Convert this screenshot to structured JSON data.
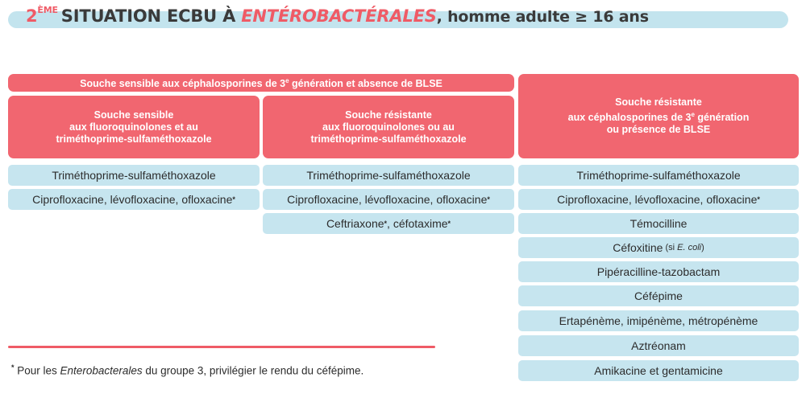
{
  "title": {
    "ordinal": "2",
    "ordinal_sup": "ÈME",
    "situation": "SITUATION ECBU À ",
    "highlight": "ENTÉROBACTÉRALES",
    "rest": ", homme adulte ≥ 16 ans"
  },
  "headers": {
    "top_span": {
      "text_a": "Souche sensible aux céphalosporines de 3",
      "sup": "e",
      "text_b": " génération et absence de BLSE"
    },
    "col1": [
      "Souche sensible",
      "aux fluoroquinolones et au",
      "triméthoprime-sulfaméthoxazole"
    ],
    "col2": [
      "Souche résistante",
      "aux fluoroquinolones ou au",
      "triméthoprime-sulfaméthoxazole"
    ],
    "col3": {
      "line1": "Souche résistante",
      "line2_a": "aux céphalosporines de 3",
      "line2_sup": "e",
      "line2_b": " génération",
      "line3": "ou présence de BLSE"
    }
  },
  "col1_cells": [
    {
      "text": "Triméthoprime-sulfaméthoxazole",
      "mark": ""
    },
    {
      "text": "Ciprofloxacine, lévofloxacine, ofloxacine",
      "mark": "*"
    }
  ],
  "col2_cells": [
    {
      "text": "Triméthoprime-sulfaméthoxazole",
      "mark": ""
    },
    {
      "text": "Ciprofloxacine, lévofloxacine, ofloxacine",
      "mark": "*"
    },
    {
      "text_a": "Ceftriaxone",
      "mark_a": "*",
      "text_b": ", céfotaxime",
      "mark_b": "*"
    }
  ],
  "col3_cells": [
    {
      "text": "Triméthoprime-sulfaméthoxazole",
      "mark": ""
    },
    {
      "text": "Ciprofloxacine, lévofloxacine, ofloxacine",
      "mark": "*"
    },
    {
      "text": "Témocilline",
      "mark": ""
    },
    {
      "text": "Céfoxitine",
      "note_a": "(si ",
      "note_italic": "E. coli",
      "note_b": ")"
    },
    {
      "text": "Pipéracilline-tazobactam",
      "mark": ""
    },
    {
      "text": "Céfépime",
      "mark": ""
    },
    {
      "text": "Ertapénème, imipénème, métropénème",
      "mark": ""
    },
    {
      "text": "Aztréonam",
      "mark": ""
    },
    {
      "text": "Amikacine et gentamicine",
      "mark": ""
    }
  ],
  "footnote": {
    "mark": "*",
    "text_a": " Pour les ",
    "italic": "Enterobacterales",
    "text_b": " du groupe 3, privilégier le rendu du céfépime."
  },
  "colors": {
    "header_red": "#f16670",
    "cell_blue": "#c6e5ef",
    "title_band": "#c3e4ee",
    "accent": "#ef5b66"
  }
}
